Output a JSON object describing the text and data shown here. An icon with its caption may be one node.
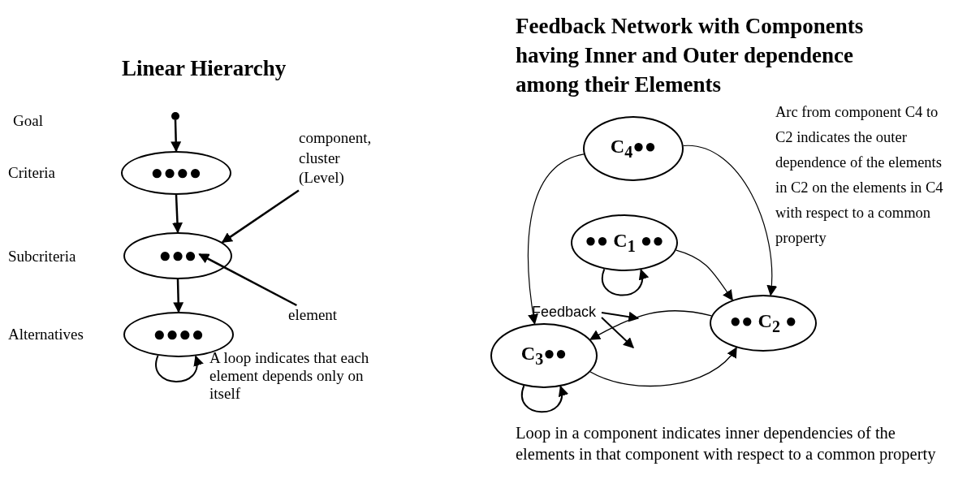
{
  "diagram": {
    "nodes": [
      {
        "text": [],
        "shape": "circle"
      },
      {
        "text": [
          "●●●●"
        ]
      },
      {
        "text": [
          "component, cluster (Level)"
        ]
      },
      {
        "text": [
          "●●●"
        ]
      },
      {
        "text": [
          "element"
        ]
      },
      {
        "text": [
          "●●●●"
        ]
      },
      {
        "text": [
          "C$_{4}$●●"
        ]
      },
      {
        "text": [
          "●● C$_{1}$ ●●"
        ]
      },
      {
        "text": [
          "Feedback"
        ]
      },
      {
        "text": [
          "●● C$_{2}$ ●"
        ]
      },
      {
        "text": [
          "C$_{3}$●●"
        ]
      }
    ],
    "edges": [
      {
        "from": 0,
        "to": 1,
        "arrow": "to"
      },
      {
        "from": 1,
        "to": 3,
        "arrow": "to"
      },
      {
        "from": 3,
        "to": 5,
        "arrow": "to"
      },
      {
        "from": 2,
        "to": 3,
        "arrow": "to"
      },
      {
        "from": 4,
        "to": 3,
        "arrow": "to"
      },
      {
        "from": 5,
        "to": 5,
        "arrow": "to"
      },
      {
        "from": 6,
        "to": 10,
        "arrow": "to"
      },
      {
        "from": 6,
        "to": 9,
        "arrow": "to"
      },
      {
        "from": 7,
        "to": 9,
        "arrow": "to"
      },
      {
        "from": 7,
        "to": 7,
        "arrow": "to"
      },
      {
        "from": 9,
        "to": 10,
        "arrow": "to"
      },
      {
        "from": 10,
        "to": 9,
        "arrow": "to"
      },
      {
        "from": 10,
        "to": 10,
        "arrow": "to"
      },
      {
        "from": 8,
        "to": null,
        "arrow": "to"
      },
      {
        "from": 8,
        "to": null,
        "arrow": "to"
      }
    ],
    "labels": [
      "Feedback Network with Components having Inner and Outer dependence among their Elements",
      "Linear Hierarchy",
      "Goal",
      "Criteria",
      "Subcriteria",
      "Alternatives",
      "A loop indicates that each element depends only on itself",
      "Arc from component C4 to C2 indicates the outer dependence of the elements in C2 on the elements in C4 with respect to a common property",
      "Loop in a component indicates inner dependencies of the elements in that component with respect to a common property"
    ]
  }
}
